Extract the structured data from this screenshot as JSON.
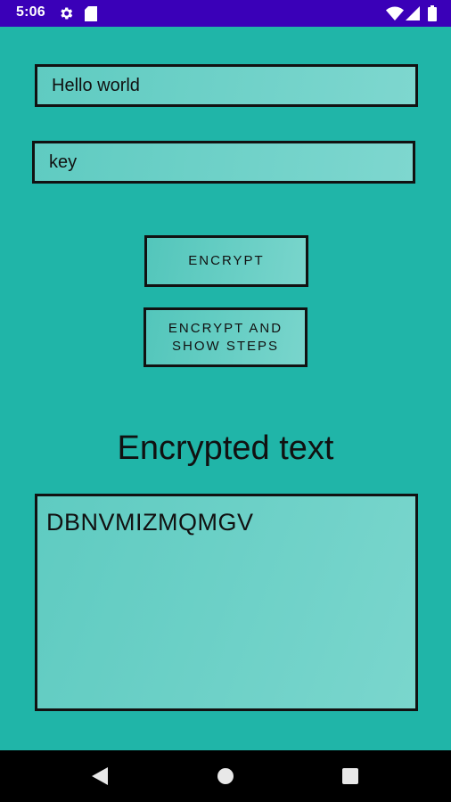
{
  "status_bar": {
    "time": "5:06",
    "icons": [
      "gear-icon",
      "sd-card-icon",
      "wifi-icon",
      "cell-signal-icon",
      "battery-icon"
    ],
    "background": "#3a00b8"
  },
  "form": {
    "plaintext_value": "Hello world",
    "key_value": "key",
    "encrypt_label": "ENCRYPT",
    "encrypt_steps_label": "ENCRYPT AND\nSHOW STEPS"
  },
  "result": {
    "heading": "Encrypted text",
    "output": "DBNVMIZMQMGV"
  },
  "nav_bar": {
    "buttons": [
      "back-icon",
      "home-icon",
      "recents-icon"
    ]
  },
  "colors": {
    "background": "#20b5a8",
    "field_fill": "#6ed0c7",
    "border": "#111111"
  }
}
